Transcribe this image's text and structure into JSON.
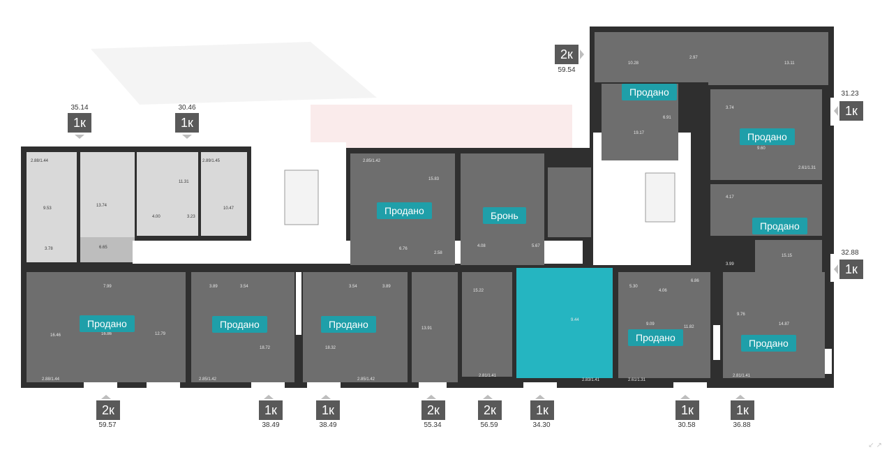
{
  "colors": {
    "accent": "#1f9fa9",
    "sold_unit": "#6e6e6e",
    "free_unit": "#d9d9d9",
    "wall": "#2f2f2f",
    "badge": "#595959"
  },
  "statuses": {
    "s1": "Продано",
    "s2": "Продано",
    "s3": "Продано",
    "s4": "Бронь",
    "s5": "Продано",
    "s6": "Продано",
    "s7": "Продано",
    "s8": "Продано",
    "s9": "Продано",
    "s10": "Продано"
  },
  "badges": {
    "b1": "1к",
    "b2": "1к",
    "b3": "2к",
    "b4": "1к",
    "b5": "1к",
    "b6": "2к",
    "b7": "1к",
    "b8": "1к",
    "b9": "2к",
    "b10": "2к",
    "b11": "1к",
    "b12": "1к",
    "b13": "1к"
  },
  "areas": {
    "a1": "35.14",
    "a2": "30.46",
    "a3": "59.54",
    "a4": "31.23",
    "a5": "32.88",
    "a6": "59.57",
    "a7": "38.49",
    "a8": "38.49",
    "a9": "55.34",
    "a10": "56.59",
    "a11": "34.30",
    "a12": "30.58",
    "a13": "36.88"
  },
  "rooms": {
    "r1": "2.88/1.44",
    "r2": "9.53",
    "r3": "13.74",
    "r4": "11.31",
    "r5": "2.89/1.45",
    "r6": "10.47",
    "r7": "4.00",
    "r8": "3.23",
    "r9": "6.65",
    "r10": "3.78",
    "r11": "7.99",
    "r12": "16.46",
    "r13": "16.86",
    "r14": "12.79",
    "r15": "2.88/1.44",
    "r16": "3.89",
    "r17": "3.54",
    "r18": "18.72",
    "r19": "2.85/1.42",
    "r20": "3.54",
    "r21": "3.89",
    "r22": "18.32",
    "r23": "2.85/1.42",
    "r24": "13.91",
    "r25": "15.22",
    "r26": "2.81/1.41",
    "r27": "9.44",
    "r28": "2.83/1.41",
    "r29": "5.30",
    "r30": "4.06",
    "r31": "9.09",
    "r32": "11.82",
    "r33": "2.61/1.31",
    "r34": "6.86",
    "r35": "3.99",
    "r36": "9.76",
    "r37": "14.87",
    "r38": "2.81/1.41",
    "r39": "10.28",
    "r40": "2.97",
    "r41": "13.11",
    "r42": "19.17",
    "r43": "6.91",
    "r44": "3.74",
    "r45": "9.60",
    "r46": "2.61/1.31",
    "r47": "4.17",
    "r48": "15.15",
    "r49": "2.85/1.42",
    "r50": "15.83",
    "r51": "6.76",
    "r52": "2.58",
    "r53": "4.08",
    "r54": "5.67"
  },
  "corner_mark": "↙ ↗"
}
